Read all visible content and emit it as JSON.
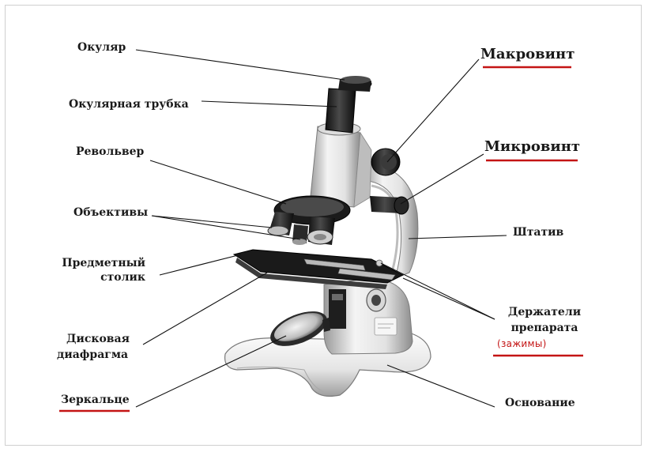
{
  "labels": {
    "eyepiece": "Окуляр",
    "eyepiece_tube": "Окулярная трубка",
    "revolver": "Револьвер",
    "objectives": "Объективы",
    "stage_line1": "Предметный",
    "stage_line2": "столик",
    "diaphragm_line1": "Дисковая",
    "diaphragm_line2": "диафрагма",
    "mirror": "Зеркальце",
    "macro_screw": "Макровинт",
    "micro_screw": "Микровинт",
    "stand": "Штатив",
    "holders_line1": "Держатели",
    "holders_line2": "препарата",
    "holders_note": "(зажимы)",
    "base": "Основание"
  },
  "colors": {
    "underline": "#c41414",
    "leader": "#111111"
  }
}
